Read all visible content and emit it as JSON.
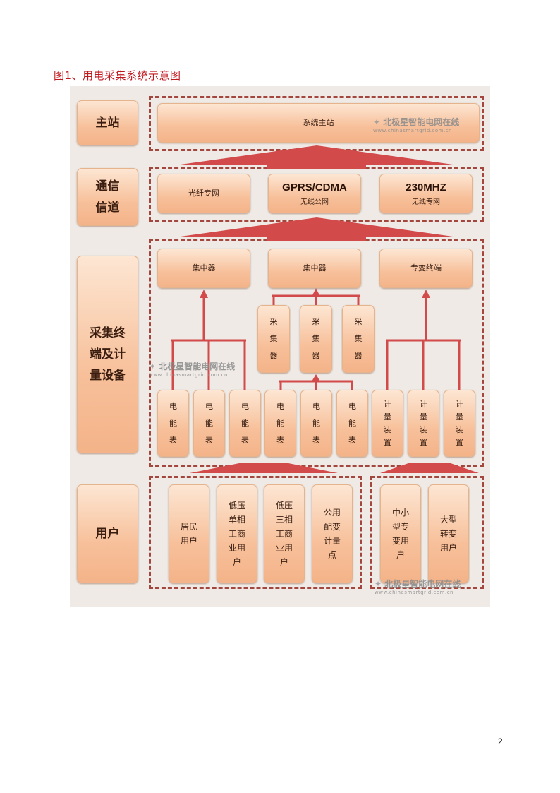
{
  "caption": "图1、用电采集系统示意图",
  "page_number": "2",
  "colors": {
    "arrow": "#d24a4a",
    "dash": "#a2463e",
    "caption": "#c0191e"
  },
  "watermark": {
    "brand": "北极星智能电网在线",
    "url": "www.chinasmartgrid.com.cn",
    "icon": "satellite-logo-icon"
  },
  "layers": {
    "master": {
      "label": "主站",
      "system": "系统主站"
    },
    "channel": {
      "label": "通信\n信道",
      "fiber": "光纤专网",
      "gprs_title": "GPRS/CDMA",
      "gprs_sub": "无线公网",
      "mhz_title": "230MHZ",
      "mhz_sub": "无线专网"
    },
    "terminal": {
      "label": "采集终\n端及计\n量设备",
      "concentrator1": "集中器",
      "concentrator2": "集中器",
      "special_terminal": "专变终端",
      "collectors": [
        "采\n集\n器",
        "采\n集\n器",
        "采\n集\n器"
      ],
      "meters": [
        "电\n能\n表",
        "电\n能\n表",
        "电\n能\n表",
        "电\n能\n表",
        "电\n能\n表",
        "电\n能\n表"
      ],
      "metering_devices": [
        "计\n量\n装\n置",
        "计\n量\n装\n置",
        "计\n量\n装\n置"
      ]
    },
    "users": {
      "label": "用户",
      "residential": "居民\n用户",
      "low_single": "低压\n单相\n工商\n业用\n户",
      "low_three": "低压\n三相\n工商\n业用\n户",
      "public_transformer": "公用\n配变\n计量\n点",
      "mid_small": "中小\n型专\n变用\n户",
      "large": "大型\n转变\n用户"
    }
  }
}
